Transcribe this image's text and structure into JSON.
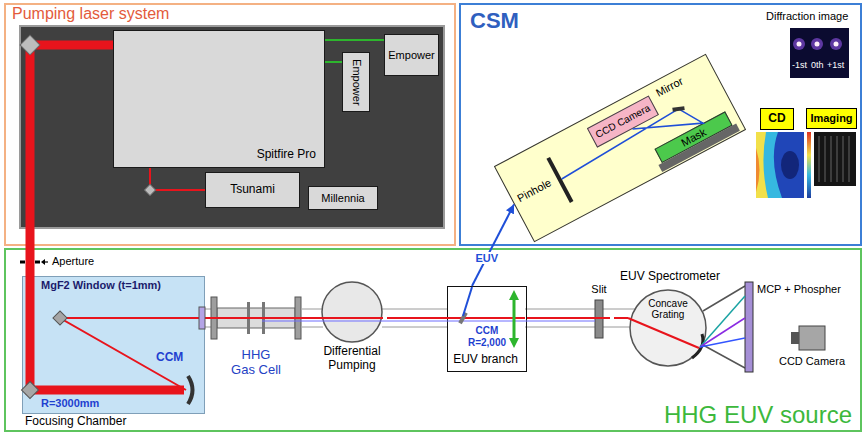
{
  "diagram": {
    "nodes": [
      {
        "text": [
          "Pumping laser system"
        ]
      },
      {
        "text": [
          "Spitfire Pro"
        ],
        "in": 0
      },
      {
        "text": [
          "Empower"
        ],
        "in": 0
      },
      {
        "text": [
          "Empower"
        ],
        "in": 0
      },
      {
        "text": [
          "Tsunami"
        ],
        "in": 0
      },
      {
        "text": [
          "Millennia"
        ],
        "in": 0
      },
      {
        "text": [
          "CSM"
        ]
      },
      {
        "text": [
          "Diffraction image",
          "-1st",
          "0th",
          "+1st"
        ],
        "in": 6
      },
      {
        "text": [
          "Pinhole",
          "Mirror"
        ],
        "in": 6
      },
      {
        "text": [
          "CCD Camera"
        ],
        "in": 8
      },
      {
        "text": [
          "Mask"
        ],
        "in": 8
      },
      {
        "text": [
          "CD"
        ],
        "in": 6
      },
      {
        "text": [
          "Imaging"
        ],
        "in": 6
      },
      {
        "text": [
          "HHG EUV source"
        ]
      },
      {
        "text": [
          "MgF2 Window (t=1mm)",
          "CCM",
          "R=3000mm",
          "Focusing Chamber"
        ],
        "in": 13
      },
      {
        "text": [
          "HHG Gas Cell"
        ],
        "in": 13
      },
      {
        "text": [
          "Differential Pumping"
        ],
        "in": 13
      },
      {
        "text": [
          "CCM R=2,000",
          "EUV branch"
        ],
        "in": 13
      },
      {
        "text": [
          "Slit"
        ],
        "in": 13
      },
      {
        "text": [
          "EUV Spectrometer",
          "Concave Grating"
        ],
        "in": 13
      },
      {
        "text": [
          "CCD Camera"
        ],
        "in": 13
      }
    ],
    "edges": [
      {
        "from": 2,
        "to": 1,
        "arrow": "none"
      },
      {
        "from": 3,
        "to": 1,
        "arrow": "none"
      },
      {
        "from": 4,
        "to": 1,
        "arrow": "none"
      },
      {
        "from": 1,
        "to": 14,
        "arrow": "none"
      },
      {
        "from": 14,
        "to": 15,
        "arrow": "none"
      },
      {
        "from": 15,
        "to": 16,
        "arrow": "none"
      },
      {
        "from": 16,
        "to": 17,
        "arrow": "none"
      },
      {
        "from": 17,
        "to": 18,
        "arrow": "none"
      },
      {
        "from": 17,
        "to": 8,
        "label": "EUV",
        "arrow": "to"
      },
      {
        "from": 18,
        "to": 19,
        "arrow": "none"
      }
    ],
    "labels": [
      "Aperture",
      "MCP + Phospher"
    ]
  }
}
